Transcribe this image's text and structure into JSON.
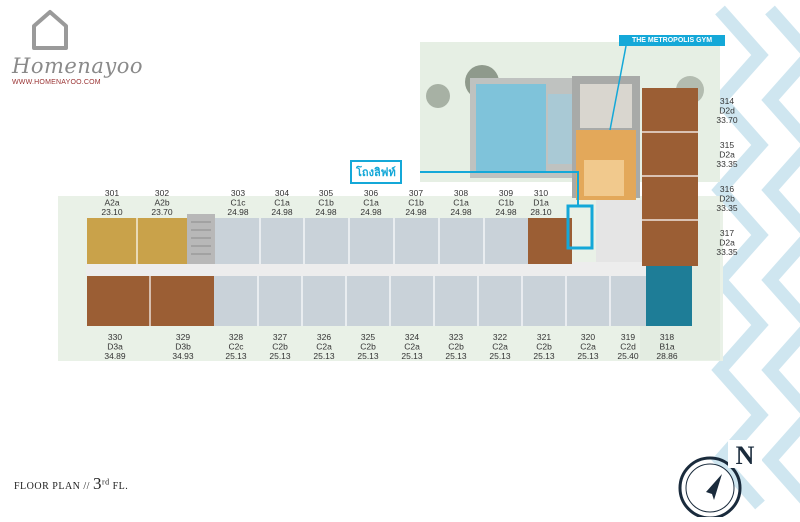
{
  "brand": {
    "logo_text": "Homenayoo",
    "url": "WWW.HOMENAYOO.COM"
  },
  "plan_title": {
    "prefix": "FLOOR PLAN // ",
    "floor_number": "3",
    "suffix": "rd",
    "fl": " FL."
  },
  "callouts": {
    "gym": "THE METROPOLIS GYM",
    "lift": "โถงลิฟท์"
  },
  "compass": {
    "north": "N"
  },
  "units_top": [
    {
      "no": "301",
      "type": "A2a",
      "area": "23.10"
    },
    {
      "no": "302",
      "type": "A2b",
      "area": "23.70"
    },
    {
      "no": "303",
      "type": "C1c",
      "area": "24.98"
    },
    {
      "no": "304",
      "type": "C1a",
      "area": "24.98"
    },
    {
      "no": "305",
      "type": "C1b",
      "area": "24.98"
    },
    {
      "no": "306",
      "type": "C1a",
      "area": "24.98"
    },
    {
      "no": "307",
      "type": "C1b",
      "area": "24.98"
    },
    {
      "no": "308",
      "type": "C1a",
      "area": "24.98"
    },
    {
      "no": "309",
      "type": "C1b",
      "area": "24.98"
    },
    {
      "no": "310",
      "type": "D1a",
      "area": "28.10"
    }
  ],
  "units_bottom": [
    {
      "no": "330",
      "type": "D3a",
      "area": "34.89"
    },
    {
      "no": "329",
      "type": "D3b",
      "area": "34.93"
    },
    {
      "no": "328",
      "type": "C2c",
      "area": "25.13"
    },
    {
      "no": "327",
      "type": "C2b",
      "area": "25.13"
    },
    {
      "no": "326",
      "type": "C2a",
      "area": "25.13"
    },
    {
      "no": "325",
      "type": "C2b",
      "area": "25.13"
    },
    {
      "no": "324",
      "type": "C2a",
      "area": "25.13"
    },
    {
      "no": "323",
      "type": "C2b",
      "area": "25.13"
    },
    {
      "no": "322",
      "type": "C2a",
      "area": "25.13"
    },
    {
      "no": "321",
      "type": "C2b",
      "area": "25.13"
    },
    {
      "no": "320",
      "type": "C2a",
      "area": "25.13"
    },
    {
      "no": "319",
      "type": "C2d",
      "area": "25.40"
    },
    {
      "no": "318",
      "type": "B1a",
      "area": "28.86"
    }
  ],
  "units_right": [
    {
      "no": "314",
      "type": "D2d",
      "area": "33.70"
    },
    {
      "no": "315",
      "type": "D2a",
      "area": "33.35"
    },
    {
      "no": "316",
      "type": "D2b",
      "area": "33.35"
    },
    {
      "no": "317",
      "type": "D2a",
      "area": "33.35"
    }
  ],
  "colors": {
    "one_bed_grey": "#c9d2d9",
    "studio_gold": "#c9a24a",
    "large_brown": "#9b5e34",
    "b_type_teal": "#1e7d97",
    "accent_blue": "#14a8d8",
    "garden_green": "#e6efe4",
    "pool_blue": "#7fc3da"
  }
}
